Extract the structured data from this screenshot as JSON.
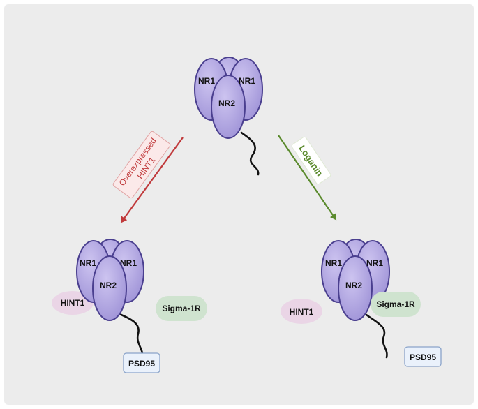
{
  "receptor_top": {
    "nr1_left": "NR1",
    "nr1_right": "NR1",
    "nr2": "NR2"
  },
  "arrow_left": {
    "line1": "Overexpressed",
    "line2": "HINT1",
    "color": "#c0393b"
  },
  "arrow_right": {
    "label": "Loganin",
    "color": "#5a8a2c"
  },
  "complex_left": {
    "nr1_left": "NR1",
    "nr1_right": "NR1",
    "nr2": "NR2",
    "hint1": "HINT1",
    "sigma": "Sigma-1R",
    "psd95": "PSD95"
  },
  "complex_right": {
    "nr1_left": "NR1",
    "nr1_right": "NR1",
    "nr2": "NR2",
    "hint1": "HINT1",
    "sigma": "Sigma-1R",
    "psd95": "PSD95"
  },
  "colors": {
    "background": "#ececec",
    "subunit_fill": "#b3a8e0",
    "subunit_stroke": "#4a3f8f",
    "hint1_fill": "#ead5e6",
    "sigma_fill": "#cfe3cf",
    "psd95_fill": "#eaf1fb",
    "psd95_stroke": "#8aa3c9"
  }
}
